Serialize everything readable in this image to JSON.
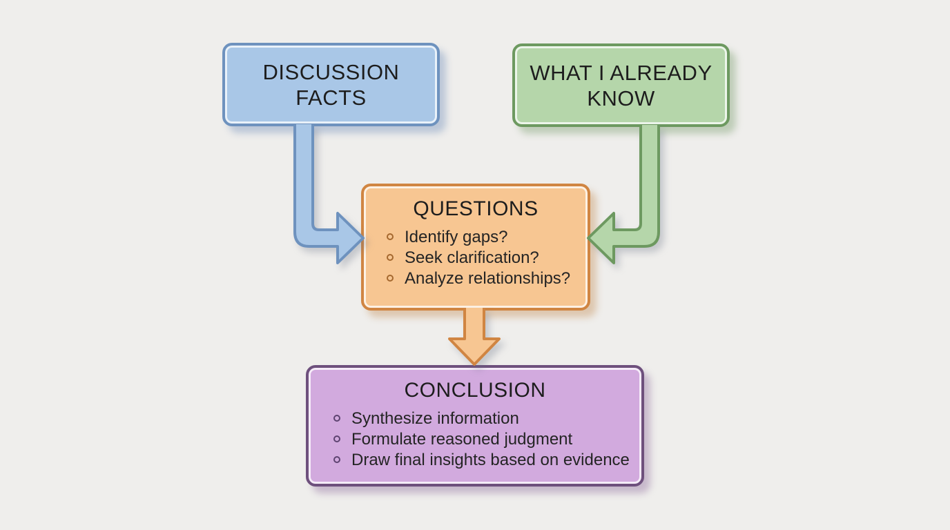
{
  "canvas": {
    "background_color": "#efeeec"
  },
  "boxes": {
    "discussion_facts": {
      "title_lines": [
        "DISCUSSION",
        "FACTS"
      ],
      "fill": "#a9c7e7",
      "border": "#6e92be"
    },
    "what_i_already_know": {
      "title_lines": [
        "WHAT I ALREADY",
        "KNOW"
      ],
      "fill": "#b5d6aa",
      "border": "#6d9960"
    },
    "questions": {
      "title": "QUESTIONS",
      "bullets": [
        "Identify gaps?",
        "Seek clarification?",
        "Analyze relationships?"
      ],
      "fill": "#f7c692",
      "border": "#d08542",
      "bullet_marker_color": "#a5682e"
    },
    "conclusion": {
      "title": "CONCLUSION",
      "bullets": [
        "Synthesize information",
        "Formulate reasoned judgment",
        "Draw final insights based on evidence"
      ],
      "fill": "#d2aade",
      "border": "#6e507d",
      "bullet_marker_color": "#5d4370"
    }
  },
  "arrows": [
    {
      "name": "discussion-facts-to-questions",
      "direction": "right",
      "color": "#a9c7e7",
      "outline": "#6e92be"
    },
    {
      "name": "what-i-already-know-to-questions",
      "direction": "left",
      "color": "#b5d6aa",
      "outline": "#6d9960"
    },
    {
      "name": "questions-to-conclusion",
      "direction": "down",
      "color": "#f7c692",
      "outline": "#d08542"
    }
  ]
}
